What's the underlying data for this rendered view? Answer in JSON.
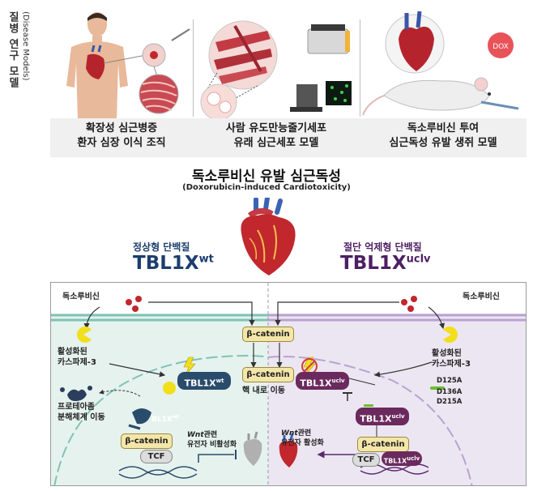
{
  "side": {
    "ko": "질병 연구 모델",
    "en": "(Disease Models)"
  },
  "panels": [
    {
      "caption_line1": "확장성 심근병증",
      "caption_line2": "환자 심장 이식 조직"
    },
    {
      "caption_line1": "사람 유도만능줄기세포",
      "caption_line2": "유래 심근세포 모델"
    },
    {
      "caption_line1": "독소루비신 투여",
      "caption_line2": "심근독성 유발 생쥐 모델",
      "badge": "DOX"
    }
  ],
  "title": "독소루비신 유발 심근독성",
  "subtitle": "(Doxorubicin-induced Cardiotoxicity)",
  "left_protein": {
    "label": "정상형 단백질",
    "name": "TBL1X",
    "sup": "wt"
  },
  "right_protein": {
    "label": "절단 억제형 단백질",
    "name": "TBL1X",
    "sup": "uclv"
  },
  "mechanism": {
    "dox_left": "독소루비신",
    "dox_right": "독소루비신",
    "beta_catenin": "β-catenin",
    "casp_left_1": "활성화된",
    "casp_left_2": "카스파제-3",
    "casp_right_1": "활성화된",
    "casp_right_2": "카스파제-3",
    "proteasome_1": "프로테아좀",
    "proteasome_2": "분해체계 이동",
    "nuclear_move": "핵 내로 이동",
    "tbl_wt": "TBL1X",
    "tbl_wt_sup": "wt",
    "tbl_uclv": "TBL1X",
    "tbl_uclv_sup": "uclv",
    "tbl_frag": "BL1X",
    "tbl_frag_sup": "wt",
    "tcf": "TCF",
    "wnt_left_1": "관련",
    "wnt_left_italic": "Wnt",
    "wnt_left_2": "유전자 비활성화",
    "wnt_right_italic": "Wnt",
    "wnt_right_1": "관련",
    "wnt_right_2": "유전자 활성화",
    "mutations": [
      "D125A",
      "D136A",
      "D215A"
    ]
  },
  "colors": {
    "left_bg": "#e6f2ee",
    "right_bg": "#ece6f2",
    "tbl_wt": "#294c6b",
    "tbl_uclv": "#6b2a5e",
    "caspase": "#f2df1c",
    "dox_red": "#c1272d"
  }
}
